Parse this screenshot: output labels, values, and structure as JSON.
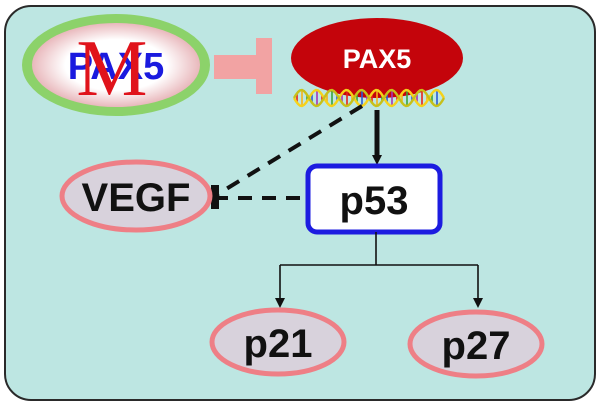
{
  "nodes": {
    "methylated_pax5": {
      "label": "PAX5",
      "mark": "M"
    },
    "pax5": {
      "label": "PAX5"
    },
    "vegf": {
      "label": "VEGF"
    },
    "p53": {
      "label": "p53"
    },
    "p21": {
      "label": "p21"
    },
    "p27": {
      "label": "p27"
    }
  },
  "icons": {
    "methylation": "methylation-mark",
    "dna": "dna-helix-icon"
  },
  "colors": {
    "panel_fill": "#bde6e2",
    "panel_stroke": "#2a2a2a",
    "pax5_fill": "#c4040b",
    "pax5_text": "#ffffff",
    "methyl_outer": "#8cd26a",
    "methyl_mark": "#e0131b",
    "methyl_text": "#1a1adf",
    "inhibit_arrow": "#f2a3a3",
    "oval_fill": "#d8d2dc",
    "oval_stroke": "#ee7f86",
    "p53_stroke": "#1c1ce0",
    "line": "#111111"
  }
}
